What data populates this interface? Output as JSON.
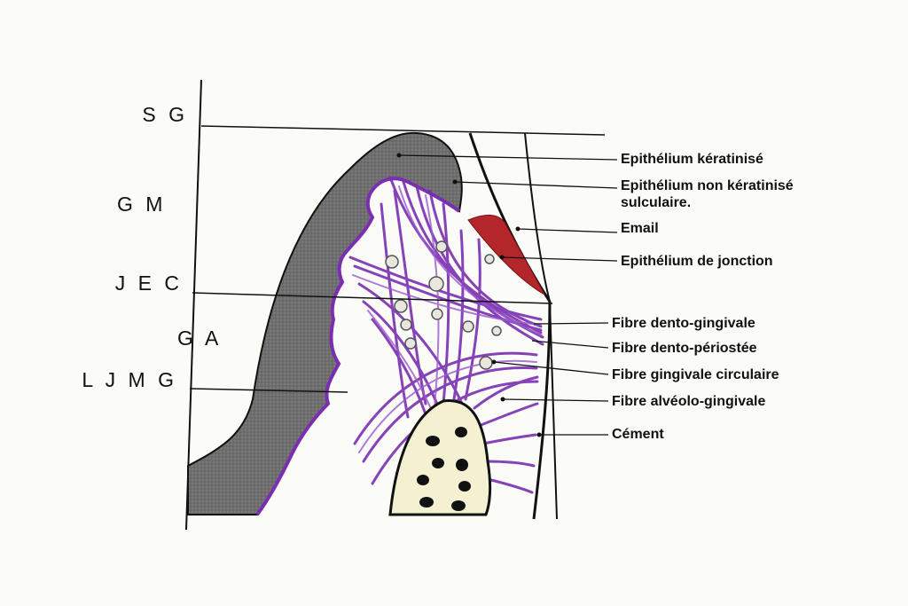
{
  "zones": [
    {
      "id": "sg",
      "label": "S G"
    },
    {
      "id": "gm",
      "label": "G M"
    },
    {
      "id": "jec",
      "label": "J E C"
    },
    {
      "id": "ga",
      "label": "G A"
    },
    {
      "id": "ljmg",
      "label": "L J M G"
    }
  ],
  "callouts": [
    {
      "id": "epithelium-keratinise",
      "text": "Epithélium kératinisé"
    },
    {
      "id": "epithelium-sulculaire",
      "text": "Epithélium non kératinisé\nsulculaire."
    },
    {
      "id": "email",
      "text": "Email"
    },
    {
      "id": "epithelium-jonction",
      "text": "Epithélium de jonction"
    },
    {
      "id": "fibre-dento-gingivale",
      "text": "Fibre dento-gingivale"
    },
    {
      "id": "fibre-dento-periostee",
      "text": "Fibre dento-périostée"
    },
    {
      "id": "fibre-gingivale-circulaire",
      "text": "Fibre gingivale circulaire"
    },
    {
      "id": "fibre-alveolo-gingivale",
      "text": "Fibre alvéolo-gingivale"
    },
    {
      "id": "cement",
      "text": "Cément"
    }
  ],
  "colors": {
    "epithelium": "#6e6e6e",
    "fibers": "#7a2fb0",
    "fibers_light": "#9a5ad0",
    "enamel": "#b3262a",
    "bone": "#f4f1d2",
    "ink": "#111111"
  }
}
